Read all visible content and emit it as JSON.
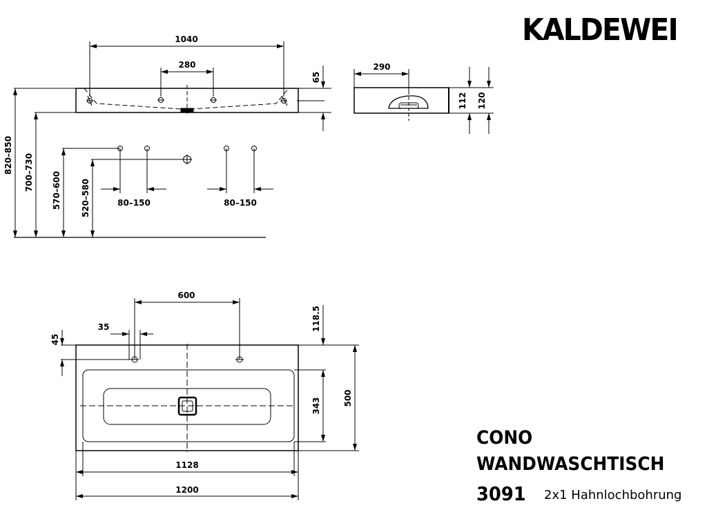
{
  "brand": "KALDEWEI",
  "product": {
    "line": "CONO",
    "type": "WANDWASCHTISCH",
    "number": "3091",
    "description": "2x1 Hahnlochbohrung"
  },
  "dimensions": {
    "top_overall_width": "1040",
    "top_tap_spacing": "280",
    "top_rim_height": "65",
    "side_depth_offset": "290",
    "side_inner_height": "112",
    "side_outer_height": "120",
    "mount_height_rim": "820–850",
    "mount_height_bottom": "700–730",
    "mount_height_hot_cold": "570–600",
    "mount_height_drain": "520–580",
    "tap_spread_left": "80–150",
    "tap_spread_right": "80–150",
    "plan_tap_spacing": "600",
    "plan_tap_offset": "35",
    "plan_tap_edge": "45",
    "plan_tap_depth": "118.5",
    "plan_bowl_depth": "343",
    "plan_total_depth": "500",
    "plan_inner_width": "1128",
    "plan_total_width": "1200"
  }
}
